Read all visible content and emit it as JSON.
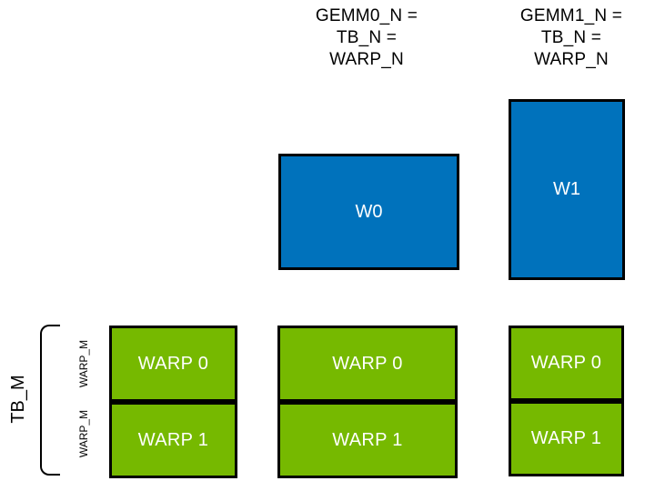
{
  "top_labels": [
    {
      "lines": [
        "GEMM0_N =",
        "TB_N =",
        "WARP_N"
      ]
    },
    {
      "lines": [
        "GEMM1_N =",
        "TB_N =",
        "WARP_N"
      ]
    }
  ],
  "blue_tiles": [
    {
      "label": "W0"
    },
    {
      "label": "W1"
    }
  ],
  "green_stacks": [
    {
      "cells": [
        "WARP 0",
        "WARP 1"
      ]
    },
    {
      "cells": [
        "WARP 0",
        "WARP 1"
      ]
    },
    {
      "cells": [
        "WARP 0",
        "WARP 1"
      ]
    }
  ],
  "left_annotations": {
    "tb_m": "TB_M",
    "warp_m_labels": [
      "WARP_M",
      "WARP_M"
    ]
  },
  "colors": {
    "blue": "#0072BC",
    "green": "#76B900",
    "border": "#000000",
    "tile_text": "#FFFFFF",
    "label_text": "#000000"
  }
}
